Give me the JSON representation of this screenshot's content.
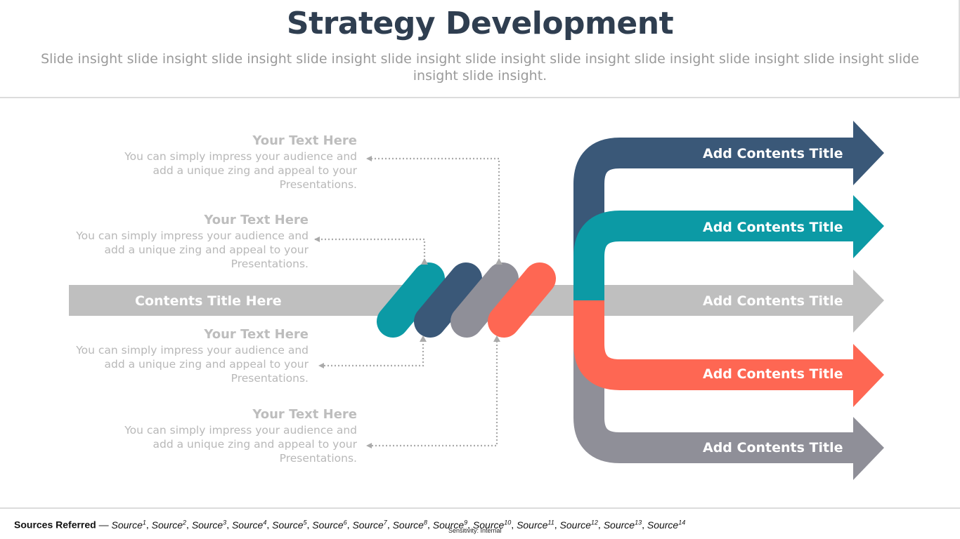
{
  "header": {
    "title": "Strategy Development",
    "insight": "Slide insight slide insight slide insight slide insight slide insight slide insight slide insight slide insight slide insight slide insight slide insight slide insight."
  },
  "main_arrow": {
    "label": "Contents Title Here"
  },
  "text_blocks": [
    {
      "heading": "Your Text Here",
      "body": "You can simply impress your audience and add a unique zing and appeal to your Presentations."
    },
    {
      "heading": "Your Text Here",
      "body": "You can simply impress your audience and add a unique zing and appeal to your Presentations."
    },
    {
      "heading": "Your Text Here",
      "body": "You can simply impress your audience and add a unique zing and appeal to your Presentations."
    },
    {
      "heading": "Your Text Here",
      "body": "You can simply impress your audience and add a unique zing and appeal to your Presentations."
    }
  ],
  "branches": [
    {
      "label": "Add Contents Title",
      "color": "#3a5878"
    },
    {
      "label": "Add Contents Title",
      "color": "#0c9aa5"
    },
    {
      "label": "Add Contents Title",
      "color": "#bfbfbf"
    },
    {
      "label": "Add Contents Title",
      "color": "#fe6753"
    },
    {
      "label": "Add Contents Title",
      "color": "#8f8f98"
    }
  ],
  "pills": [
    {
      "color": "#0c9aa5"
    },
    {
      "color": "#3a5878"
    },
    {
      "color": "#8f8f98"
    },
    {
      "color": "#fe6753"
    }
  ],
  "footer": {
    "sources_label": "Sources Referred",
    "separator": " — ",
    "sources": [
      "Source",
      "Source",
      "Source",
      "Source",
      "Source",
      "Source",
      "Source",
      "Source",
      "Source",
      "Source",
      "Source",
      "Source",
      "Source",
      "Source"
    ],
    "sensitivity": "Sensitivity: Internal"
  }
}
